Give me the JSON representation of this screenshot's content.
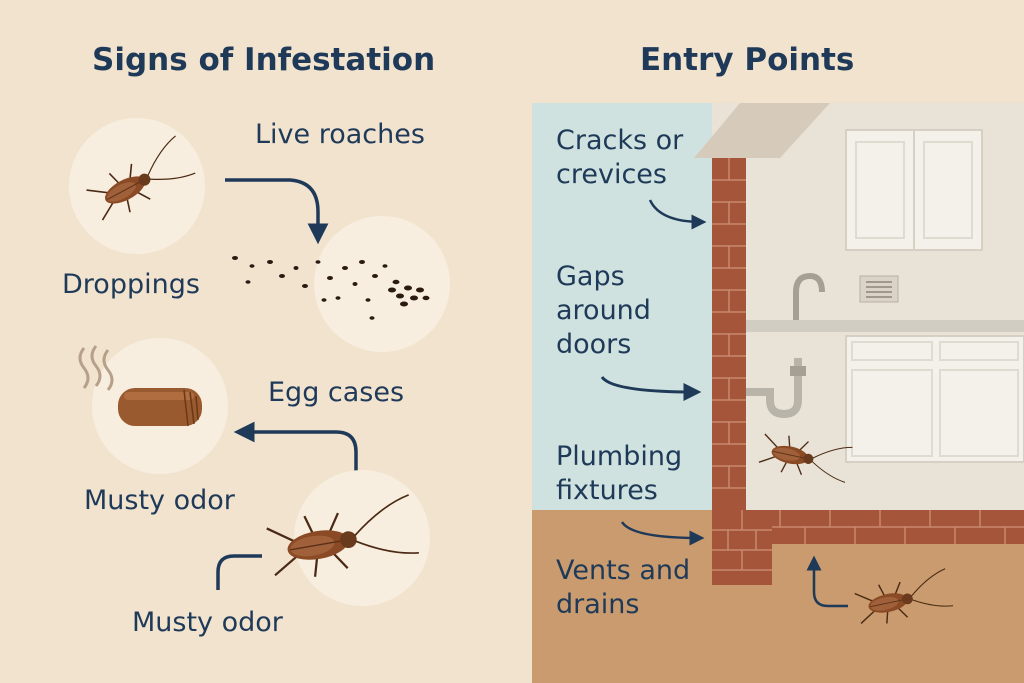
{
  "signs": {
    "title": "Signs of Infestation",
    "items": {
      "live_roaches": "Live roaches",
      "droppings": "Droppings",
      "egg_cases": "Egg cases",
      "musty_odor_1": "Musty odor",
      "musty_odor_2": "Musty odor"
    }
  },
  "entry": {
    "title": "Entry Points",
    "items": {
      "cracks": "Cracks or crevices",
      "gaps": "Gaps around doors",
      "plumbing": "Plumbing fixtures",
      "vents": "Vents and drains"
    }
  },
  "colors": {
    "background": "#f2e3cf",
    "text": "#1f3a58",
    "wall_panel": "#cfe2df",
    "brick": "#a5553a",
    "floor": "#c99b6e",
    "roach": "#8a4a25"
  }
}
